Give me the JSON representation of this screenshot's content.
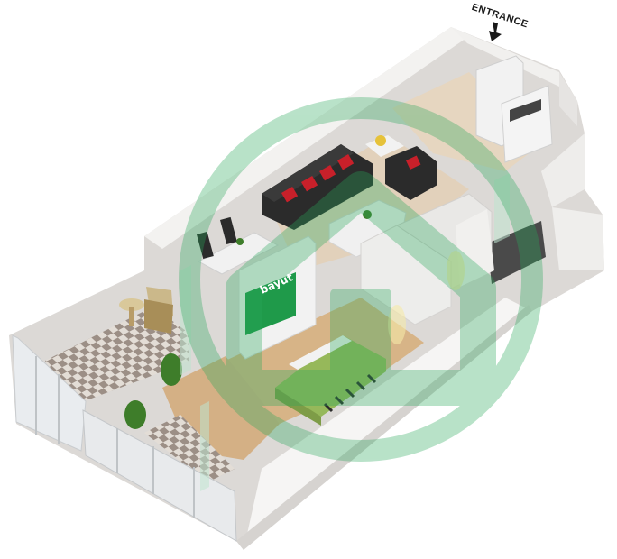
{
  "labels": {
    "entrance": "ENTRANCE",
    "tv_brand": "bayut"
  },
  "icons": {
    "entrance_arrow": "arrow-down-icon",
    "watermark": "bayut-logo-watermark"
  },
  "colors": {
    "wall": "#ebe9e7",
    "wall_shadow": "#cfcccb",
    "floor_wood": "#d8b58a",
    "floor_tile": "#e4d3bd",
    "balcony_check_light": "#e3ddd6",
    "balcony_check_dark": "#9c8f86",
    "sofa": "#2b2b2b",
    "cushion": "#c8202a",
    "bed_cover": "#96b85a",
    "watermark_green": "#2aa85b",
    "tv_screen": "#1f9a4a"
  }
}
